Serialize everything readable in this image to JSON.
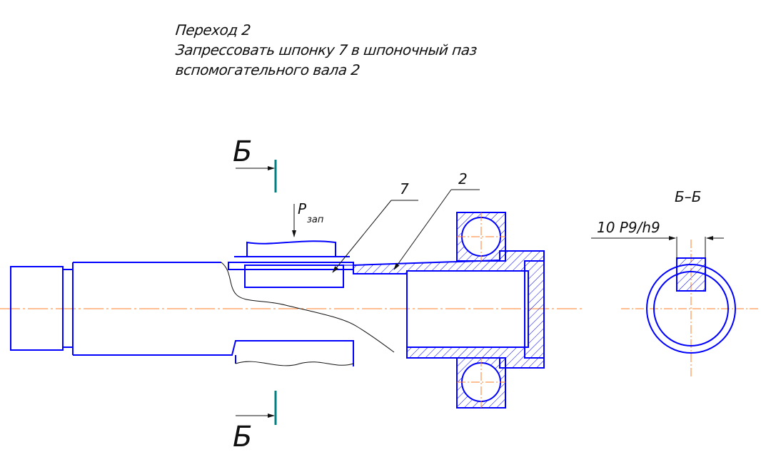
{
  "note": {
    "line1": "Переход 2",
    "line2": "Запрессовать шпонку 7 в шпоночный паз",
    "line3": "вспомогательного вала 2"
  },
  "section_marks": {
    "top_letter": "Б",
    "bottom_letter": "Б"
  },
  "force_label": {
    "main": "P",
    "subscript": "зап"
  },
  "callouts": {
    "key": "7",
    "shaft": "2"
  },
  "section_view": {
    "title": "Б–Б",
    "fit_dimension": "10 P9/h9"
  },
  "colors": {
    "outline": "#0000ff",
    "centerline": "#ff7f27",
    "section_line": "#008080",
    "text": "#111111"
  }
}
